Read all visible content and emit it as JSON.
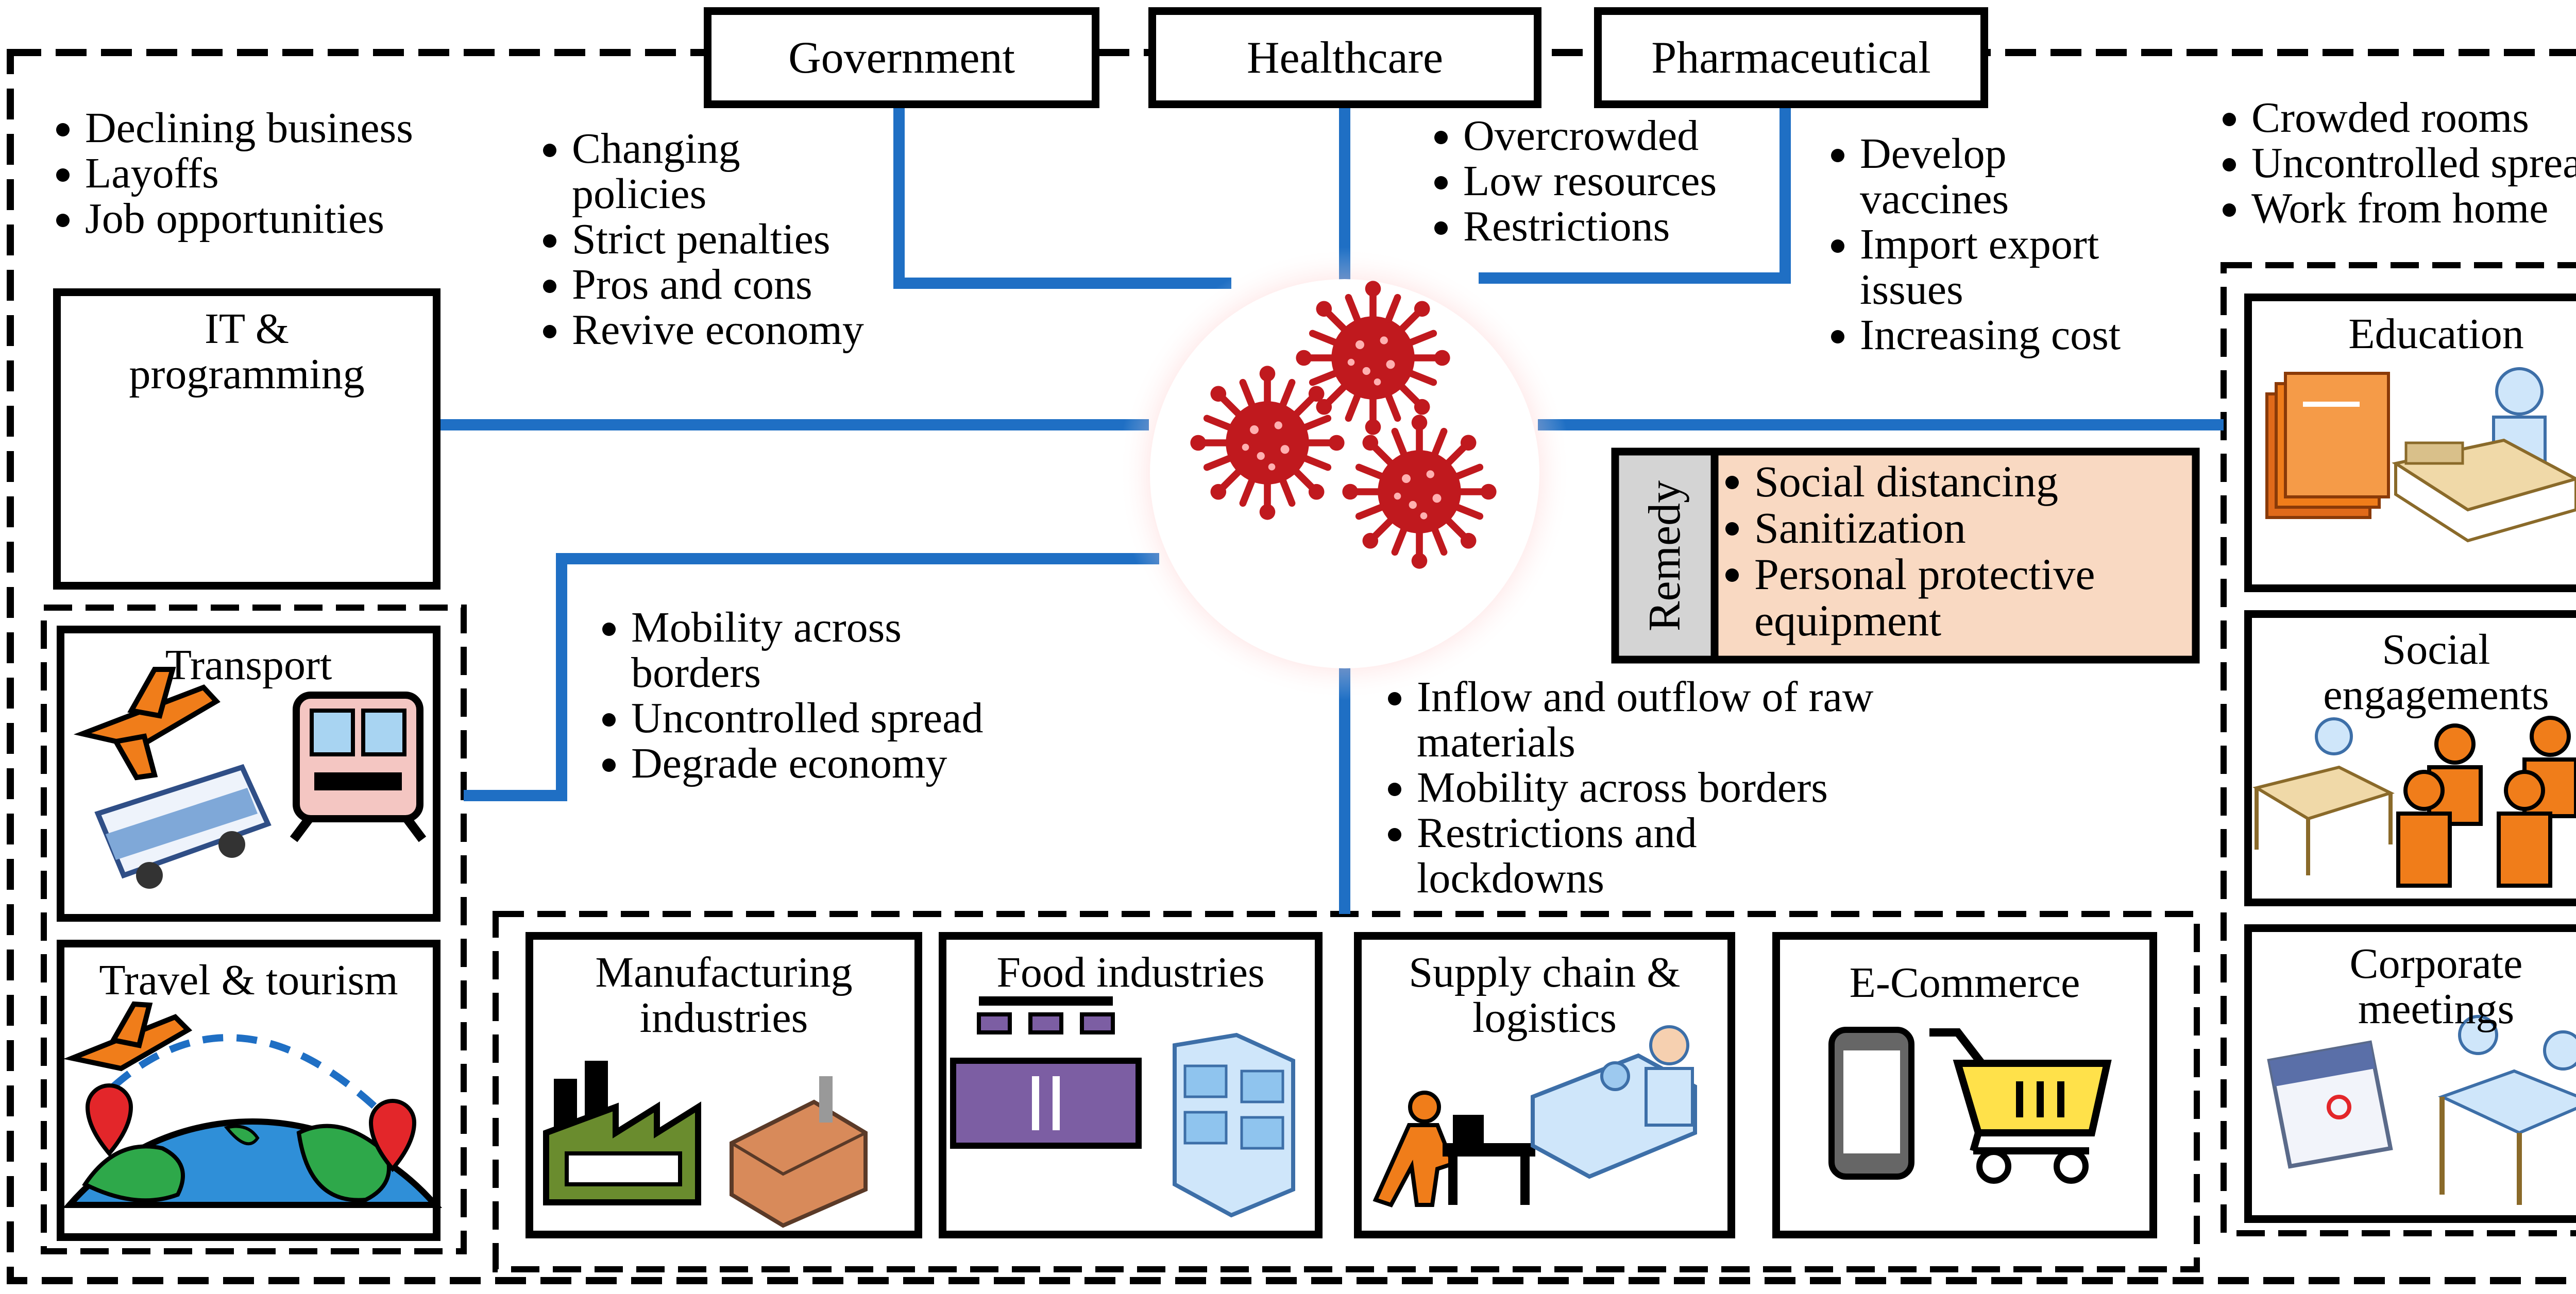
{
  "header_boxes": {
    "government": "Government",
    "healthcare": "Healthcare",
    "pharmaceutical": "Pharmaceutical"
  },
  "notes": {
    "business": [
      "Declining business",
      "Layoffs",
      "Job opportunities"
    ],
    "government": [
      "Changing policies",
      "Strict penalties",
      "Pros and cons",
      "Revive economy"
    ],
    "healthcare": [
      "Overcrowded",
      "Low resources",
      "Restrictions"
    ],
    "pharmaceutical": [
      "Develop vaccines",
      "Import export issues",
      "Increasing cost"
    ],
    "education": [
      "Crowded rooms",
      "Uncontrolled spread",
      "Work from home"
    ],
    "transport": [
      "Mobility across borders",
      "Uncontrolled spread",
      "Degrade economy"
    ],
    "industry": [
      "Inflow and outflow of raw materials",
      "Mobility across borders",
      "Restrictions and lockdowns"
    ]
  },
  "remedy": {
    "title": "Remedy",
    "items": [
      "Social distancing",
      "Sanitization",
      "Personal protective equipment"
    ]
  },
  "panels": {
    "it": "IT & programming",
    "transport": "Transport",
    "travel": "Travel & tourism",
    "manufacturing": "Manufacturing industries",
    "food": "Food industries",
    "supply": "Supply chain & logistics",
    "ecommerce": "E-Commerce",
    "education": "Education",
    "social": "Social engagements",
    "corporate": "Corporate meetings"
  },
  "colors": {
    "connector": "#1f6fc4",
    "virus": "#c0191e",
    "remedy_fill": "#f9d9c2",
    "remedy_label_fill": "#d4d4d4",
    "orange": "#f07d1a",
    "olive": "#6a8c2e",
    "purple": "#7c5ea3",
    "globe": "#2f8fd8",
    "land": "#2ea84a",
    "yellow": "#ffe14a"
  }
}
